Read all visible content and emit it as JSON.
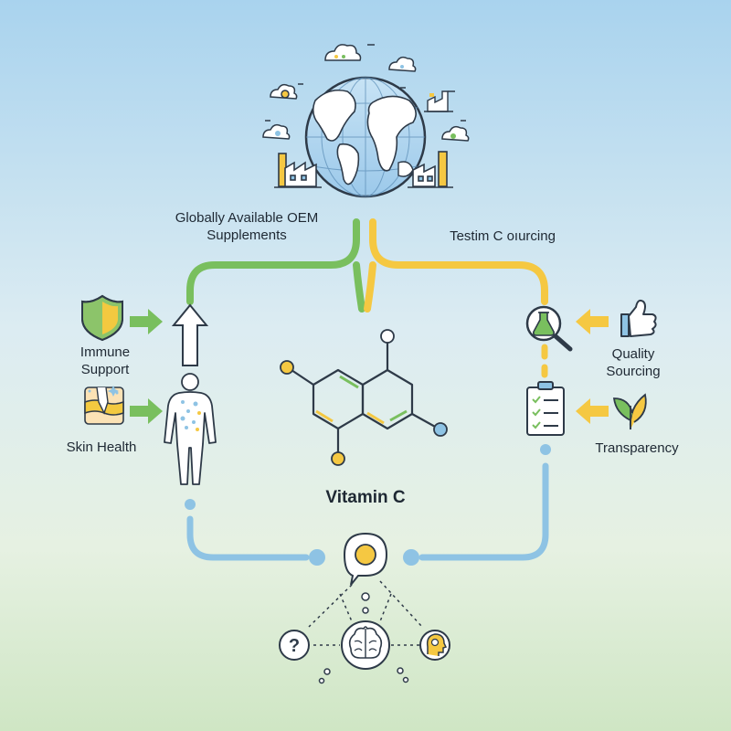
{
  "labels": {
    "global_availability": "Globally Available OEM Supplements",
    "sourcing": "Testim C oıurcing",
    "immune": "Immune Support",
    "skin": "Skin Health",
    "quality": "Quality Sourcing",
    "transparency": "Transparency",
    "center": "Vitamin C",
    "question_mark": "?"
  },
  "colors": {
    "green_path": "#79bf5e",
    "yellow_path": "#f5c842",
    "blue_path": "#8ec3e4",
    "line": "#2e3a48",
    "shield_green": "#8cc46a",
    "shield_yellow": "#f3c940"
  },
  "icons": {
    "globe": "globe-icon",
    "factory": "factory-icon",
    "cloud": "cloud-icon",
    "shield": "shield-icon",
    "skin": "skin-layers-icon",
    "body": "human-body-icon",
    "arrow": "up-arrow-icon",
    "magnifier": "magnifier-flask-icon",
    "checklist": "checklist-icon",
    "leaf": "leaf-icon",
    "thumbs_up": "thumbs-up-icon",
    "lightbulb": "lightbulb-bubble-icon",
    "brain": "brain-icon",
    "head": "head-brain-icon",
    "question": "question-icon",
    "molecule": "vitamin-c-molecule-icon"
  }
}
